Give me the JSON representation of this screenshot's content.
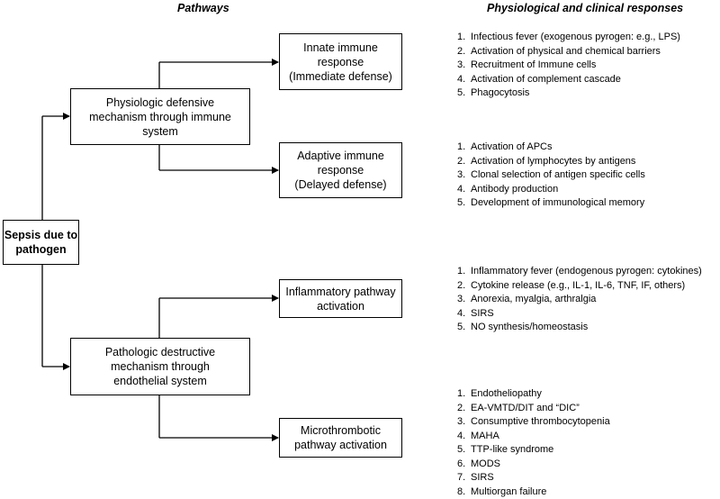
{
  "headers": {
    "pathways": "Pathways",
    "responses": "Physiological and clinical responses"
  },
  "nodes": {
    "sepsis": [
      "Sepsis due to",
      "pathogen"
    ],
    "physiologic": [
      "Physiologic defensive",
      "mechanism through immune",
      "system"
    ],
    "pathologic": [
      "Pathologic destructive",
      "mechanism through",
      "endothelial system"
    ],
    "innate": [
      "Innate immune",
      "response",
      "(Immediate defense)"
    ],
    "adaptive": [
      "Adaptive immune",
      "response",
      "(Delayed defense)"
    ],
    "inflammatory": [
      "Inflammatory pathway",
      "activation"
    ],
    "microthrombotic": [
      "Microthrombotic",
      "pathway activation"
    ]
  },
  "responses": {
    "innate": [
      {
        "num": "1.",
        "text": "Infectious fever (exogenous pyrogen: e.g., LPS)"
      },
      {
        "num": "2.",
        "text": "Activation of physical and chemical barriers"
      },
      {
        "num": "3.",
        "text": "Recruitment of Immune cells"
      },
      {
        "num": "4.",
        "text": "Activation of complement cascade"
      },
      {
        "num": "5.",
        "text": "Phagocytosis"
      }
    ],
    "adaptive": [
      {
        "num": "1.",
        "text": "Activation of APCs"
      },
      {
        "num": "2.",
        "text": "Activation of lymphocytes by antigens"
      },
      {
        "num": "3.",
        "text": "Clonal selection of antigen specific cells"
      },
      {
        "num": "4.",
        "text": "Antibody production"
      },
      {
        "num": "5.",
        "text": "Development of immunological memory"
      }
    ],
    "inflammatory": [
      {
        "num": "1.",
        "text": "Inflammatory fever (endogenous pyrogen: cytokines)"
      },
      {
        "num": "2.",
        "text": "Cytokine release (e.g., IL-1, IL-6, TNF, IF, others)"
      },
      {
        "num": "3.",
        "text": "Anorexia, myalgia, arthralgia"
      },
      {
        "num": "4.",
        "text": "SIRS"
      },
      {
        "num": "5.",
        "text": "NO synthesis/homeostasis"
      }
    ],
    "microthrombotic": [
      {
        "num": "1.",
        "text": "Endotheliopathy"
      },
      {
        "num": "2.",
        "text": "EA-VMTD/DIT and “DIC”"
      },
      {
        "num": "3.",
        "text": "Consumptive thrombocytopenia"
      },
      {
        "num": "4.",
        "text": "MAHA"
      },
      {
        "num": "5.",
        "text": "TTP-like syndrome"
      },
      {
        "num": "6.",
        "text": "MODS"
      },
      {
        "num": "7.",
        "text": "SIRS"
      },
      {
        "num": "8.",
        "text": "Multiorgan failure"
      }
    ]
  }
}
